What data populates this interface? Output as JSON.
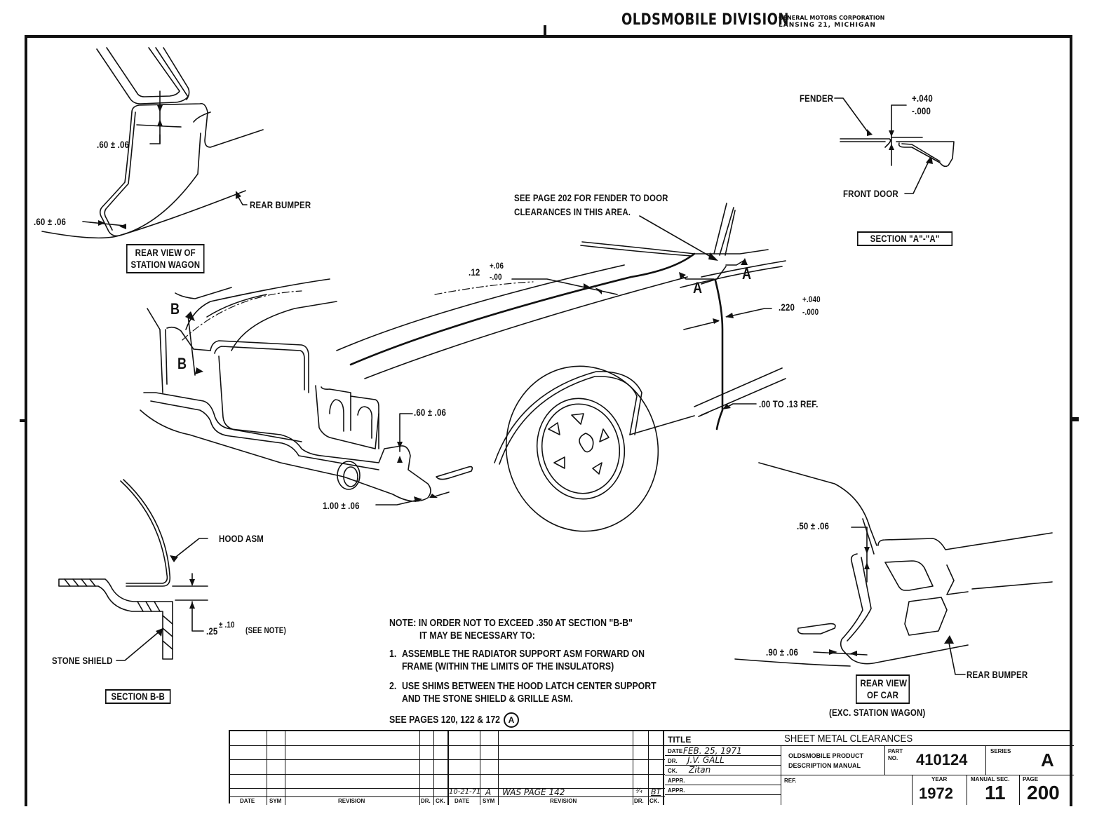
{
  "header": {
    "division": "OLDSMOBILE DIVISION",
    "corporation": "GENERAL MOTORS CORPORATION",
    "location": "LANSING 21, MICHIGAN"
  },
  "rear_wagon_view": {
    "dim_top": ".60 ± .06",
    "dim_bottom": ".60 ± .06",
    "bumper_label": "REAR BUMPER",
    "caption_line1": "REAR VIEW OF",
    "caption_line2": "STATION WAGON"
  },
  "section_aa": {
    "fender_label": "FENDER",
    "tol_plus": "+.040",
    "tol_minus": "-.000",
    "door_label": "FRONT DOOR",
    "caption": "SECTION \"A\"-\"A\""
  },
  "main_view": {
    "page_note_line1": "SEE PAGE 202 FOR FENDER TO DOOR",
    "page_note_line2": "CLEARANCES IN THIS AREA.",
    "dim_hood_value": ".12",
    "dim_hood_plus": "+.06",
    "dim_hood_minus": "-.00",
    "section_a_marker": "A",
    "section_b_marker": "B",
    "dim_door_value": ".220",
    "dim_door_plus": "+.040",
    "dim_door_minus": "-.000",
    "dim_rocker": ".00 TO .13 REF.",
    "dim_bumper_top": ".60 ± .06",
    "dim_bumper_bottom": "1.00 ± .06"
  },
  "section_bb": {
    "hood_label": "HOOD ASM",
    "dim_value": ".25",
    "dim_tol": "± .10",
    "dim_note": "(SEE NOTE)",
    "shield_label": "STONE SHIELD",
    "caption": "SECTION B-B"
  },
  "rear_car_view": {
    "dim_top": ".50 ± .06",
    "dim_bottom": ".90 ± .06",
    "bumper_label": "REAR BUMPER",
    "caption_line1": "REAR VIEW",
    "caption_line2": "OF CAR",
    "sub_caption": "(EXC. STATION WAGON)"
  },
  "notes": {
    "line1": "NOTE:  IN ORDER NOT TO EXCEED .350 AT SECTION \"B-B\"",
    "line2": "IT MAY BE NECESSARY TO:",
    "item1_num": "1.",
    "item1_line1": "ASSEMBLE THE RADIATOR SUPPORT ASM FORWARD ON",
    "item1_line2": "FRAME (WITHIN THE LIMITS OF THE INSULATORS)",
    "item2_num": "2.",
    "item2_line1": "USE SHIMS BETWEEN THE HOOD LATCH CENTER SUPPORT",
    "item2_line2": "AND THE STONE SHIELD & GRILLE ASM.",
    "see_pages": "SEE PAGES 120, 122 & 172",
    "see_pages_symbol": "A"
  },
  "revision_block": {
    "headers": [
      "DATE",
      "SYM",
      "REVISION",
      "DR.",
      "CK.",
      "DATE",
      "SYM",
      "REVISION",
      "DR.",
      "CK."
    ],
    "entries": [
      {
        "date": "10-21-71",
        "sym": "A",
        "revision": "WAS PAGE 142",
        "dr": "¼",
        "ck": "BT"
      }
    ]
  },
  "title_block": {
    "title_label": "TITLE",
    "title": "SHEET METAL CLEARANCES",
    "date_label": "DATE",
    "date_value": "FEB. 25, 1971",
    "dr_label": "DR.",
    "dr_value": "J.V. GALL",
    "ck_label": "CK.",
    "ck_value": "Zitan",
    "appr_label_1": "APPR.",
    "appr_label_2": "APPR.",
    "manual_line1": "OLDSMOBILE PRODUCT",
    "manual_line2": "DESCRIPTION MANUAL",
    "part_label_1": "PART",
    "part_label_2": "NO.",
    "part_no": "410124",
    "series_label": "SERIES",
    "series": "A",
    "ref_label": "REF.",
    "year_label": "YEAR",
    "year": "1972",
    "section_label": "MANUAL SEC.",
    "section": "11",
    "page_label": "PAGE",
    "page": "200"
  }
}
